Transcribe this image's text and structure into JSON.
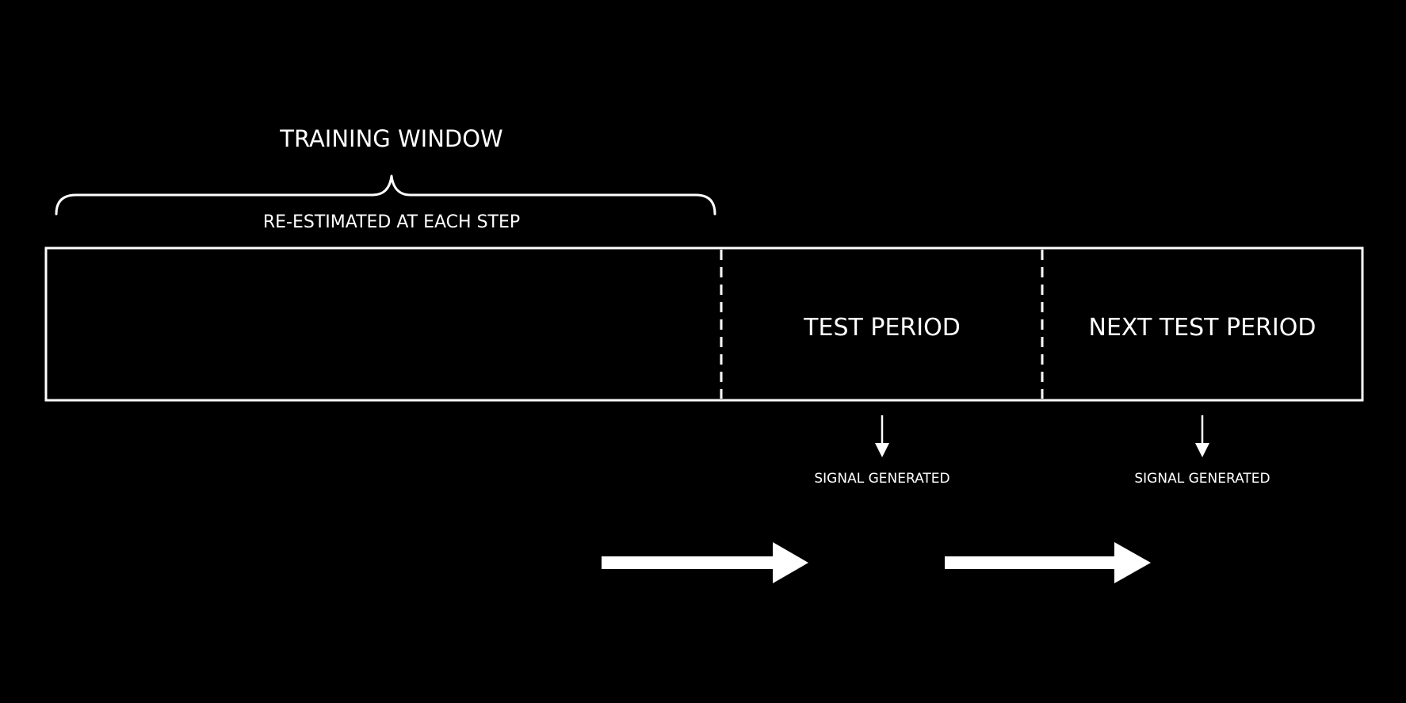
{
  "labels": {
    "training_window": "TRAINING WINDOW",
    "re_estimated": "RE-ESTIMATED AT EACH STEP",
    "test_period": "TEST PERIOD",
    "next_test_period": "NEXT TEST PERIOD",
    "signal_generated_1": "SIGNAL GENERATED",
    "signal_generated_2": "SIGNAL GENERATED"
  },
  "colors": {
    "background": "#000000",
    "foreground": "#ffffff"
  }
}
